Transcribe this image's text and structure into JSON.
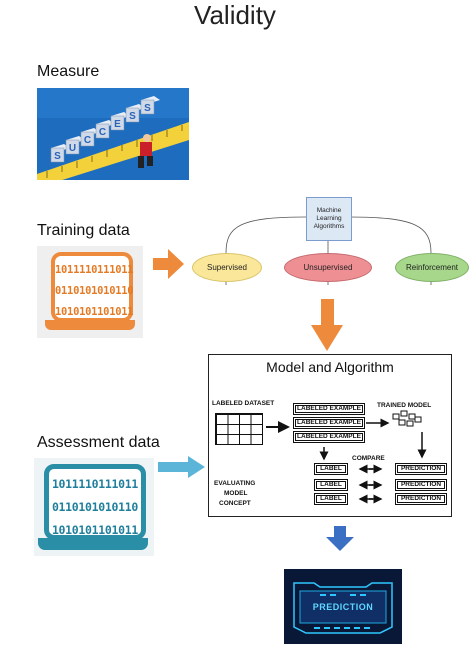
{
  "title": "Validity",
  "labels": {
    "measure": "Measure",
    "training": "Training data",
    "assessment": "Assessment data"
  },
  "measure_image": {
    "blocks": [
      "S",
      "U",
      "C",
      "C",
      "E",
      "S",
      "S"
    ]
  },
  "training_icon": {
    "lines": [
      "1011110111011",
      "0110101010110",
      "1010101101011"
    ],
    "color": "#ee8a3c"
  },
  "assessment_icon": {
    "lines": [
      "1011110111011",
      "0110101010110",
      "1010101101011"
    ],
    "color": "#2a8fa6"
  },
  "ml_tree": {
    "root": "Machine Learning Algorithms",
    "branches": [
      "Supervised",
      "Unsupervised",
      "Reinforcement"
    ]
  },
  "model": {
    "title": "Model and Algorithm",
    "labeled_dataset": "LABELED DATASET",
    "labeled_examples": [
      "LABELED EXAMPLE",
      "LABELED EXAMPLE",
      "LABELED EXAMPLE"
    ],
    "trained_model": "TRAINED MODEL",
    "compare": "COMPARE",
    "evaluating": [
      "EVALUATING",
      "MODEL",
      "CONCEPT"
    ],
    "labels": [
      "LABEL",
      "LABEL",
      "LABEL"
    ],
    "predictions": [
      "PREDICTION",
      "PREDICTION",
      "PREDICTION"
    ]
  },
  "prediction_image": {
    "text": "PREDICTION"
  },
  "colors": {
    "orange_arrow": "#ee8a3c",
    "blue_arrow": "#5bb5d8",
    "down_arrow": "#3a6fc4"
  }
}
